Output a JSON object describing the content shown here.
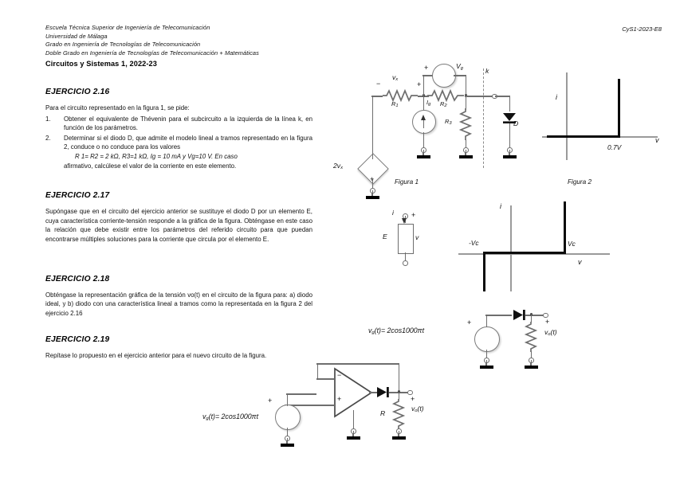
{
  "header": {
    "lines": [
      "Escuela Técnica Superior de Ingeniería de Telecomunicación",
      "Universidad de Málaga",
      "Grado en Ingeniería de Tecnologías de Telecomunicación",
      "Doble Grado en Ingeniería de Tecnologías de Telecomunicación + Matemáticas"
    ],
    "course": "Circuitos y Sistemas 1, 2022-23",
    "doc_code": "CyS1-2023-E8"
  },
  "exercises": [
    {
      "title": "EJERCICIO 2.16",
      "intro": "Para el circuito representado en la figura 1, se pide:",
      "items": [
        {
          "num": "1.",
          "text": "Obtener el equivalente de Thévenin para el subcircuito a la izquierda de la línea k, en función de los parámetros."
        },
        {
          "num": "2.",
          "text": "Determinar si el diodo D, que admite el modelo lineal a tramos representado en la figura 2, conduce o no conduce para los valores"
        }
      ],
      "values": "R 1= R2 = 2 kΩ, R3=1 kΩ, Ig = 10 mA y Vg=10 V. En caso",
      "tail": "afirmativo, calcúlese el valor de la corriente en este elemento."
    },
    {
      "title": "EJERCICIO 2.17",
      "body": "Supóngase que en el circuito del ejercicio anterior se sustituye el diodo D por un elemento E, cuya característica corriente-tensión responde a la gráfica de la figura. Obténgase en este caso la relación que debe existir entre los parámetros del referido circuito para que puedan encontrarse múltiples soluciones para la corriente que circula por el elemento E."
    },
    {
      "title": "EJERCICIO 2.18",
      "body": "Obténgase la representación gráfica de la tensión vo(t) en el circuito de la figura para: a) diodo ideal, y b) diodo con una característica lineal a tramos como la representada en la figura 2 del ejercicio 2.16"
    },
    {
      "title": "EJERCICIO 2.19",
      "body": "Repítase lo propuesto en el ejercicio anterior para el nuevo circuito de la figura."
    }
  ],
  "figures": {
    "figura1": {
      "caption": "Figura 1",
      "labels": {
        "dep_source": "2vx",
        "vx": "vx",
        "r1": "R1",
        "r2": "R2",
        "r3": "R3",
        "ig": "Ig",
        "vg": "Vg",
        "k_line": "k",
        "diode": "D",
        "plus1": "+",
        "minus1": "−",
        "plus_dep": "+",
        "plus_vg": "+",
        "plus_vx": "+"
      }
    },
    "figura2": {
      "caption": "Figura 2",
      "axis_i": "i",
      "axis_v": "v",
      "knee": "0.7V",
      "chart_note": "piecewise-linear diode characteristic"
    },
    "element_e": {
      "label_e": "E",
      "label_i": "i",
      "label_v": "v",
      "plus": "+"
    },
    "e_characteristic": {
      "axis_i": "i",
      "axis_v": "v",
      "neg_vc": "-Vc",
      "pos_vc": "Vc"
    },
    "circuit218": {
      "source_eq": "vg(t)= 2cos1000πt",
      "output": "vo(t)",
      "plus_src": "+",
      "plus_out": "+"
    },
    "circuit219": {
      "source_eq": "vg(t)= 2cos1000πt",
      "output": "vo(t)",
      "resistor": "R",
      "opamp_minus": "−",
      "opamp_plus": "+",
      "plus_src": "+",
      "plus_out": "+"
    }
  },
  "chart_data": [
    {
      "type": "line",
      "title": "Figura 2",
      "xlabel": "v",
      "ylabel": "i",
      "x": [
        -1.0,
        0.7,
        0.7
      ],
      "y": [
        0,
        0,
        1.0
      ],
      "annotations": [
        "0.7V"
      ],
      "grid": false,
      "legend": "none",
      "xlim": [
        -1.0,
        1.2
      ],
      "ylim": [
        -0.1,
        1.1
      ]
    },
    {
      "type": "line",
      "title": "Característica i-v del elemento E",
      "xlabel": "v",
      "ylabel": "i",
      "x": [
        -1.4,
        -1.0,
        -1.0,
        1.0,
        1.0,
        1.4
      ],
      "y": [
        0,
        0,
        -1.0,
        0,
        1.0,
        1.0
      ],
      "annotations": [
        "-Vc",
        "Vc"
      ],
      "grid": false,
      "legend": "none",
      "xlim": [
        -1.4,
        1.4
      ],
      "ylim": [
        -1.1,
        1.1
      ]
    }
  ],
  "colors": {
    "page_background": "#ffffff",
    "text": "#111111",
    "wire": "#6e6e6e",
    "curve": "#0a0a0a",
    "axis": "#9a9a9a",
    "ground": "#000000"
  }
}
